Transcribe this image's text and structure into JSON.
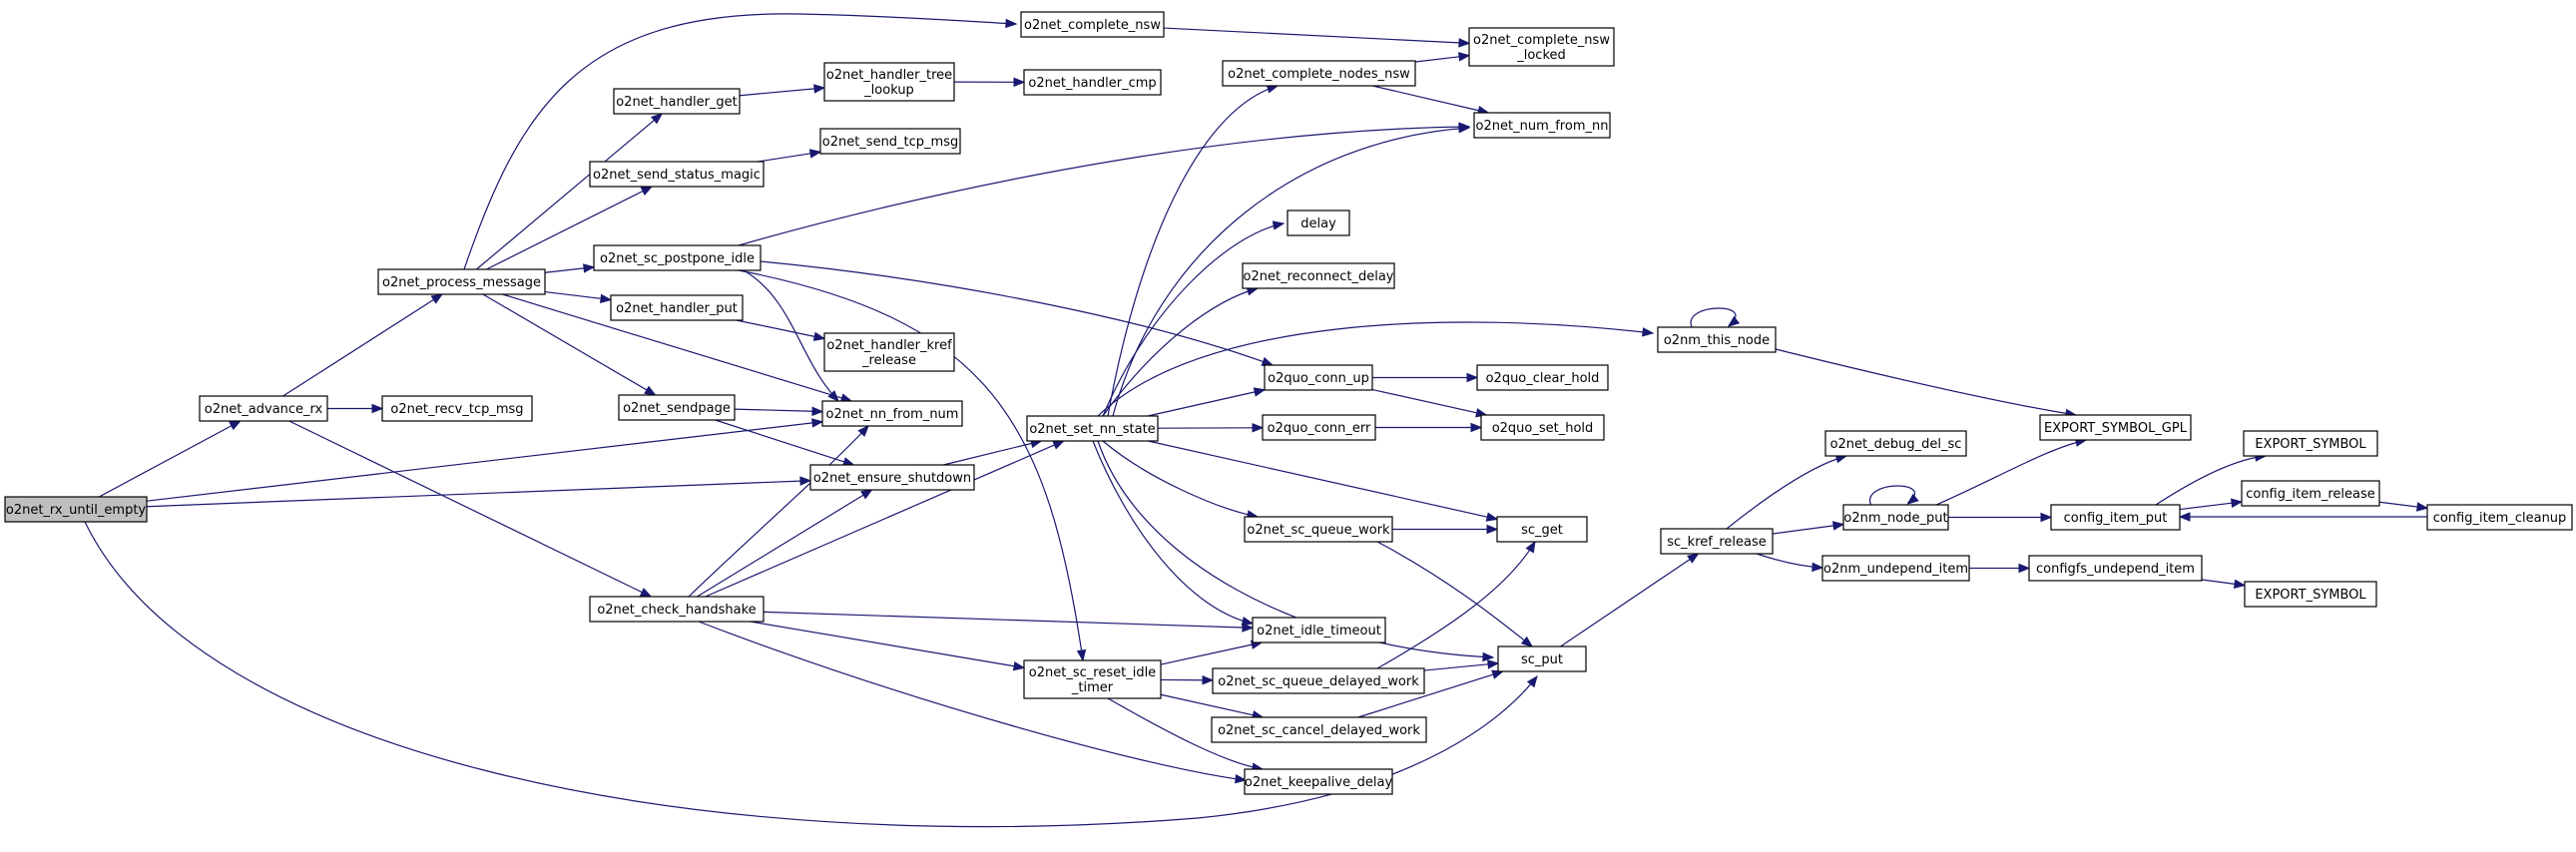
{
  "diagram": {
    "nodes": [
      {
        "id": "rx_until_empty",
        "lines": [
          "o2net_rx_until_empty"
        ],
        "root": true
      },
      {
        "id": "advance_rx",
        "lines": [
          "o2net_advance_rx"
        ]
      },
      {
        "id": "recv_tcp_msg",
        "lines": [
          "o2net_recv_tcp_msg"
        ]
      },
      {
        "id": "process_message",
        "lines": [
          "o2net_process_message"
        ]
      },
      {
        "id": "complete_nsw",
        "lines": [
          "o2net_complete_nsw"
        ]
      },
      {
        "id": "complete_nsw_locked",
        "lines": [
          "o2net_complete_nsw",
          "_locked"
        ]
      },
      {
        "id": "handler_get",
        "lines": [
          "o2net_handler_get"
        ]
      },
      {
        "id": "handler_tree_lookup",
        "lines": [
          "o2net_handler_tree",
          "_lookup"
        ]
      },
      {
        "id": "handler_cmp",
        "lines": [
          "o2net_handler_cmp"
        ]
      },
      {
        "id": "send_status_magic",
        "lines": [
          "o2net_send_status_magic"
        ]
      },
      {
        "id": "send_tcp_msg",
        "lines": [
          "o2net_send_tcp_msg"
        ]
      },
      {
        "id": "sc_postpone_idle",
        "lines": [
          "o2net_sc_postpone_idle"
        ]
      },
      {
        "id": "handler_put",
        "lines": [
          "o2net_handler_put"
        ]
      },
      {
        "id": "handler_kref_release",
        "lines": [
          "o2net_handler_kref",
          "_release"
        ]
      },
      {
        "id": "sendpage",
        "lines": [
          "o2net_sendpage"
        ]
      },
      {
        "id": "nn_from_num",
        "lines": [
          "o2net_nn_from_num"
        ]
      },
      {
        "id": "ensure_shutdown",
        "lines": [
          "o2net_ensure_shutdown"
        ]
      },
      {
        "id": "check_handshake",
        "lines": [
          "o2net_check_handshake"
        ]
      },
      {
        "id": "set_nn_state",
        "lines": [
          "o2net_set_nn_state"
        ]
      },
      {
        "id": "complete_nodes_nsw",
        "lines": [
          "o2net_complete_nodes_nsw"
        ]
      },
      {
        "id": "num_from_nn",
        "lines": [
          "o2net_num_from_nn"
        ]
      },
      {
        "id": "delay",
        "lines": [
          "delay"
        ]
      },
      {
        "id": "reconnect_delay",
        "lines": [
          "o2net_reconnect_delay"
        ]
      },
      {
        "id": "this_node",
        "lines": [
          "o2nm_this_node"
        ]
      },
      {
        "id": "export_symbol_gpl",
        "lines": [
          "EXPORT_SYMBOL_GPL"
        ]
      },
      {
        "id": "conn_up",
        "lines": [
          "o2quo_conn_up"
        ]
      },
      {
        "id": "clear_hold",
        "lines": [
          "o2quo_clear_hold"
        ]
      },
      {
        "id": "conn_err",
        "lines": [
          "o2quo_conn_err"
        ]
      },
      {
        "id": "set_hold",
        "lines": [
          "o2quo_set_hold"
        ]
      },
      {
        "id": "sc_queue_work",
        "lines": [
          "o2net_sc_queue_work"
        ]
      },
      {
        "id": "sc_get",
        "lines": [
          "sc_get"
        ]
      },
      {
        "id": "debug_del_sc",
        "lines": [
          "o2net_debug_del_sc"
        ]
      },
      {
        "id": "sc_kref_release",
        "lines": [
          "sc_kref_release"
        ]
      },
      {
        "id": "node_put",
        "lines": [
          "o2nm_node_put"
        ]
      },
      {
        "id": "config_item_put",
        "lines": [
          "config_item_put"
        ]
      },
      {
        "id": "export_symbol_1",
        "lines": [
          "EXPORT_SYMBOL"
        ]
      },
      {
        "id": "config_item_release",
        "lines": [
          "config_item_release"
        ]
      },
      {
        "id": "config_item_cleanup",
        "lines": [
          "config_item_cleanup"
        ]
      },
      {
        "id": "undepend_item",
        "lines": [
          "o2nm_undepend_item"
        ]
      },
      {
        "id": "configfs_undepend_item",
        "lines": [
          "configfs_undepend_item"
        ]
      },
      {
        "id": "export_symbol_2",
        "lines": [
          "EXPORT_SYMBOL"
        ]
      },
      {
        "id": "idle_timeout",
        "lines": [
          "o2net_idle_timeout"
        ]
      },
      {
        "id": "sc_reset_idle_timer",
        "lines": [
          "o2net_sc_reset_idle",
          "_timer"
        ]
      },
      {
        "id": "sc_queue_delayed_work",
        "lines": [
          "o2net_sc_queue_delayed_work"
        ]
      },
      {
        "id": "sc_put",
        "lines": [
          "sc_put"
        ]
      },
      {
        "id": "sc_cancel_delayed_work",
        "lines": [
          "o2net_sc_cancel_delayed_work"
        ]
      },
      {
        "id": "keepalive_delay",
        "lines": [
          "o2net_keepalive_delay"
        ]
      }
    ],
    "edges": [
      [
        "rx_until_empty",
        "advance_rx"
      ],
      [
        "rx_until_empty",
        "nn_from_num"
      ],
      [
        "rx_until_empty",
        "ensure_shutdown"
      ],
      [
        "rx_until_empty",
        "sc_put"
      ],
      [
        "advance_rx",
        "recv_tcp_msg"
      ],
      [
        "advance_rx",
        "process_message"
      ],
      [
        "advance_rx",
        "check_handshake"
      ],
      [
        "process_message",
        "complete_nsw"
      ],
      [
        "process_message",
        "handler_get"
      ],
      [
        "process_message",
        "send_status_magic"
      ],
      [
        "process_message",
        "sc_postpone_idle"
      ],
      [
        "process_message",
        "handler_put"
      ],
      [
        "process_message",
        "sendpage"
      ],
      [
        "process_message",
        "nn_from_num"
      ],
      [
        "complete_nsw",
        "complete_nsw_locked"
      ],
      [
        "handler_get",
        "handler_tree_lookup"
      ],
      [
        "handler_tree_lookup",
        "handler_cmp"
      ],
      [
        "send_status_magic",
        "send_tcp_msg"
      ],
      [
        "sc_postpone_idle",
        "num_from_nn"
      ],
      [
        "sc_postpone_idle",
        "nn_from_num"
      ],
      [
        "sc_postpone_idle",
        "conn_up"
      ],
      [
        "sc_postpone_idle",
        "sc_reset_idle_timer"
      ],
      [
        "handler_put",
        "handler_kref_release"
      ],
      [
        "sendpage",
        "nn_from_num"
      ],
      [
        "sendpage",
        "ensure_shutdown"
      ],
      [
        "ensure_shutdown",
        "set_nn_state"
      ],
      [
        "check_handshake",
        "nn_from_num"
      ],
      [
        "check_handshake",
        "ensure_shutdown"
      ],
      [
        "check_handshake",
        "set_nn_state"
      ],
      [
        "check_handshake",
        "idle_timeout"
      ],
      [
        "check_handshake",
        "sc_reset_idle_timer"
      ],
      [
        "check_handshake",
        "keepalive_delay"
      ],
      [
        "set_nn_state",
        "complete_nodes_nsw"
      ],
      [
        "set_nn_state",
        "num_from_nn"
      ],
      [
        "set_nn_state",
        "delay"
      ],
      [
        "set_nn_state",
        "reconnect_delay"
      ],
      [
        "set_nn_state",
        "this_node"
      ],
      [
        "set_nn_state",
        "conn_up"
      ],
      [
        "set_nn_state",
        "conn_err"
      ],
      [
        "set_nn_state",
        "sc_queue_work"
      ],
      [
        "set_nn_state",
        "sc_get"
      ],
      [
        "set_nn_state",
        "sc_put"
      ],
      [
        "set_nn_state",
        "idle_timeout"
      ],
      [
        "complete_nodes_nsw",
        "complete_nsw_locked"
      ],
      [
        "complete_nodes_nsw",
        "num_from_nn"
      ],
      [
        "this_node",
        "this_node"
      ],
      [
        "this_node",
        "export_symbol_gpl"
      ],
      [
        "conn_up",
        "clear_hold"
      ],
      [
        "conn_up",
        "set_hold"
      ],
      [
        "conn_err",
        "set_hold"
      ],
      [
        "sc_queue_work",
        "sc_get"
      ],
      [
        "sc_queue_work",
        "sc_put"
      ],
      [
        "sc_reset_idle_timer",
        "idle_timeout"
      ],
      [
        "sc_reset_idle_timer",
        "sc_queue_delayed_work"
      ],
      [
        "sc_reset_idle_timer",
        "sc_cancel_delayed_work"
      ],
      [
        "sc_reset_idle_timer",
        "keepalive_delay"
      ],
      [
        "sc_queue_delayed_work",
        "sc_get"
      ],
      [
        "sc_queue_delayed_work",
        "sc_put"
      ],
      [
        "sc_cancel_delayed_work",
        "sc_put"
      ],
      [
        "sc_put",
        "sc_kref_release"
      ],
      [
        "sc_kref_release",
        "debug_del_sc"
      ],
      [
        "sc_kref_release",
        "node_put"
      ],
      [
        "sc_kref_release",
        "undepend_item"
      ],
      [
        "node_put",
        "node_put"
      ],
      [
        "node_put",
        "export_symbol_gpl"
      ],
      [
        "node_put",
        "config_item_put"
      ],
      [
        "config_item_put",
        "export_symbol_1"
      ],
      [
        "config_item_put",
        "config_item_release"
      ],
      [
        "config_item_release",
        "config_item_cleanup"
      ],
      [
        "config_item_cleanup",
        "config_item_put"
      ],
      [
        "undepend_item",
        "configfs_undepend_item"
      ],
      [
        "configfs_undepend_item",
        "export_symbol_2"
      ]
    ]
  }
}
